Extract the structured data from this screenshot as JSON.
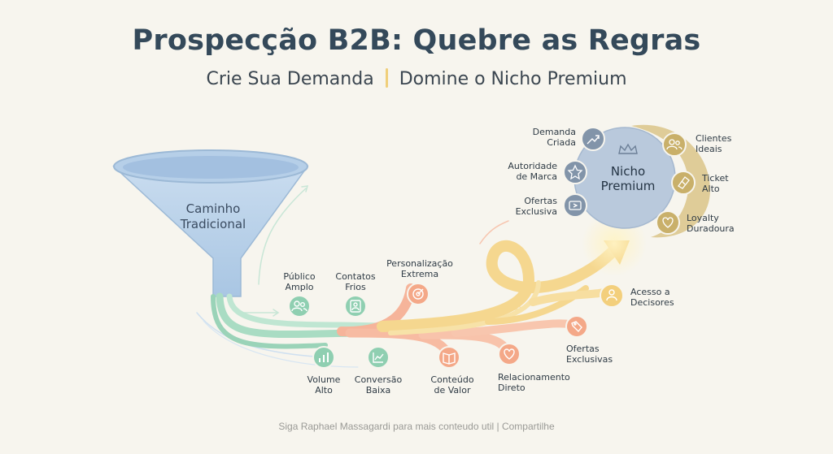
{
  "header": {
    "title": "Prospecção B2B: Quebre as Regras",
    "subtitle_left": "Crie Sua Demanda",
    "subtitle_right": "Domine o Nicho Premium"
  },
  "funnel": {
    "label": [
      "Caminho",
      "Tradicional"
    ]
  },
  "nodes": {
    "publico": {
      "lines": [
        "Público",
        "Amplo"
      ],
      "icon": "users-icon"
    },
    "contatos": {
      "lines": [
        "Contatos",
        "Frios"
      ],
      "icon": "contact-card-icon"
    },
    "volume": {
      "lines": [
        "Volume",
        "Alto"
      ],
      "icon": "bar-chart-icon"
    },
    "conversao": {
      "lines": [
        "Conversão",
        "Baixa"
      ],
      "icon": "line-chart-icon"
    },
    "personalizacao": {
      "lines": [
        "Personalização",
        "Extrema"
      ],
      "icon": "target-icon"
    },
    "conteudo": {
      "lines": [
        "Conteúdo",
        "de Valor"
      ],
      "icon": "book-icon"
    },
    "relacionamento": {
      "lines": [
        "Relacionamento",
        "Direto"
      ],
      "icon": "heart-icon"
    },
    "ofertas_exclusivas": {
      "lines": [
        "Ofertas",
        "Exclusivas"
      ],
      "icon": "tag-icon"
    },
    "acesso": {
      "lines": [
        "Acesso a",
        "Decisores"
      ],
      "icon": "person-icon"
    }
  },
  "premium": {
    "label": [
      "Nicho",
      "Premium"
    ],
    "icon": "crown-icon",
    "left": [
      {
        "lines": [
          "Demanda",
          "Criada"
        ],
        "icon": "trending-up-icon"
      },
      {
        "lines": [
          "Autoridade",
          "de Marca"
        ],
        "icon": "star-icon"
      },
      {
        "lines": [
          "Ofertas",
          "Exclusiva"
        ],
        "icon": "ticket-icon"
      }
    ],
    "right": [
      {
        "lines": [
          "Clientes",
          "Ideais"
        ],
        "icon": "users-icon"
      },
      {
        "lines": [
          "Ticket",
          "Alto"
        ],
        "icon": "ticket-tag-icon"
      },
      {
        "lines": [
          "Loyalty",
          "Duradoura"
        ],
        "icon": "heart-icon"
      }
    ]
  },
  "colors": {
    "green": "#a9dcc3",
    "green_dark": "#7fc3a4",
    "peach": "#f6b49a",
    "yellow": "#f5d78f",
    "blue": "#c6d8ea",
    "slate": "#8294a9",
    "gold": "#c9b06a",
    "premium_circle": "#b9c9dc"
  },
  "footer": {
    "text": "Siga Raphael Massagardi para mais conteudo util | Compartilhe"
  }
}
